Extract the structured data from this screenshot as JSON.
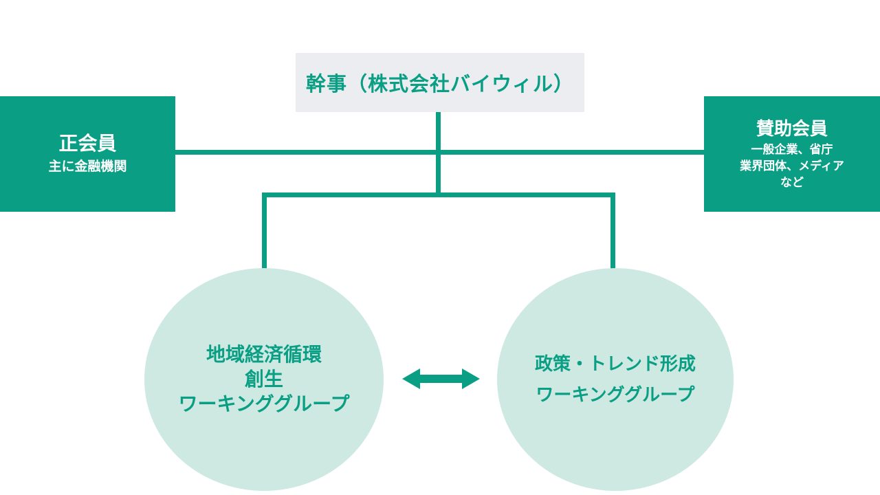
{
  "colors": {
    "teal": "#0A9E84",
    "gray_box": "#ECEDF1",
    "mint_circle": "#CDE9E2",
    "white_text": "#FFFFFF"
  },
  "secretary_box": {
    "label": "幹事（株式会社バイウィル）"
  },
  "regular_member_box": {
    "title": "正会員",
    "subtitle": "主に金融機関"
  },
  "supporting_member_box": {
    "title": "賛助会員",
    "subtitle_lines": [
      "一般企業、省庁",
      "業界団体、メディア",
      "など"
    ]
  },
  "left_working_group_circle": {
    "lines": [
      "地域経済循環",
      "創生",
      "ワーキンググループ"
    ]
  },
  "right_working_group_circle": {
    "lines": [
      "政策・トレンド形成",
      "ワーキンググループ"
    ]
  },
  "arrow": {
    "meaning": "bidirectional-relationship"
  }
}
